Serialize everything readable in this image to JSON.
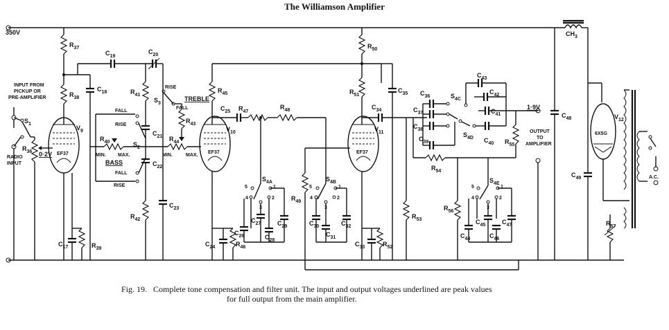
{
  "title": "The Williamson Amplifier",
  "caption": {
    "fig": "Fig. 19.",
    "line1": "Complete tone compensation and filter unit.   The input and output voltages underlined are peak values",
    "line2": "for full output from the main amplifier."
  },
  "labels": {
    "supply": "350V",
    "input_pickup": [
      "INPUT FROM",
      "PICKUP OR",
      "PRE-AMPLIFIER"
    ],
    "radio_input": [
      "RADIO",
      "INPUT"
    ],
    "input_voltage": "0·2V",
    "output_voltage": "1·9V",
    "output_to_amp": [
      "OUTPUT",
      "TO",
      "AMPLIFIER"
    ],
    "treble": "TREBLE",
    "bass": "BASS",
    "min": "MIN.",
    "max": "MAX.",
    "fall": "FALL",
    "rise": "RISE",
    "ac": "A.C.",
    "ch": "CH",
    "ch_sub": "3"
  },
  "tubes": {
    "v9": {
      "ref": "V",
      "sub": "9",
      "type": "EF37"
    },
    "v10": {
      "ref": "V",
      "sub": "10",
      "type": "EF37"
    },
    "v11": {
      "ref": "V",
      "sub": "11",
      "type": "EF37"
    },
    "v12": {
      "ref": "V",
      "sub": "12",
      "type": "6X5G"
    }
  },
  "components": [
    {
      "ref": "R",
      "sub": "37"
    },
    {
      "ref": "R",
      "sub": "38"
    },
    {
      "ref": "R",
      "sub": "39"
    },
    {
      "ref": "R",
      "sub": "36"
    },
    {
      "ref": "C",
      "sub": "17"
    },
    {
      "ref": "C",
      "sub": "18"
    },
    {
      "ref": "C",
      "sub": "19"
    },
    {
      "ref": "C",
      "sub": "20"
    },
    {
      "ref": "R",
      "sub": "41"
    },
    {
      "ref": "R",
      "sub": "40"
    },
    {
      "ref": "C",
      "sub": "21"
    },
    {
      "ref": "C",
      "sub": "22"
    },
    {
      "ref": "R",
      "sub": "42"
    },
    {
      "ref": "C",
      "sub": "23"
    },
    {
      "ref": "R",
      "sub": "43"
    },
    {
      "ref": "R",
      "sub": "44"
    },
    {
      "ref": "R",
      "sub": "45"
    },
    {
      "ref": "C",
      "sub": "25"
    },
    {
      "ref": "R",
      "sub": "47"
    },
    {
      "ref": "R",
      "sub": "48"
    },
    {
      "ref": "C",
      "sub": "24"
    },
    {
      "ref": "R",
      "sub": "46"
    },
    {
      "ref": "C",
      "sub": "26"
    },
    {
      "ref": "C",
      "sub": "27"
    },
    {
      "ref": "C",
      "sub": "28"
    },
    {
      "ref": "C",
      "sub": "29"
    },
    {
      "ref": "R",
      "sub": "49"
    },
    {
      "ref": "C",
      "sub": "30"
    },
    {
      "ref": "C",
      "sub": "31"
    },
    {
      "ref": "C",
      "sub": "32"
    },
    {
      "ref": "R",
      "sub": "50"
    },
    {
      "ref": "R",
      "sub": "51"
    },
    {
      "ref": "C",
      "sub": "35"
    },
    {
      "ref": "C",
      "sub": "34"
    },
    {
      "ref": "C",
      "sub": "33"
    },
    {
      "ref": "R",
      "sub": "52"
    },
    {
      "ref": "R",
      "sub": "53"
    },
    {
      "ref": "C",
      "sub": "36"
    },
    {
      "ref": "C",
      "sub": "37"
    },
    {
      "ref": "C",
      "sub": "38"
    },
    {
      "ref": "C",
      "sub": "39"
    },
    {
      "ref": "C",
      "sub": "43"
    },
    {
      "ref": "C",
      "sub": "42"
    },
    {
      "ref": "C",
      "sub": "41"
    },
    {
      "ref": "C",
      "sub": "40"
    },
    {
      "ref": "R",
      "sub": "54"
    },
    {
      "ref": "R",
      "sub": "55"
    },
    {
      "ref": "R",
      "sub": "56"
    },
    {
      "ref": "C",
      "sub": "44"
    },
    {
      "ref": "C",
      "sub": "45"
    },
    {
      "ref": "C",
      "sub": "46"
    },
    {
      "ref": "C",
      "sub": "47"
    },
    {
      "ref": "C",
      "sub": "48"
    },
    {
      "ref": "C",
      "sub": "49"
    },
    {
      "ref": "R",
      "sub": "57"
    }
  ],
  "switches": {
    "s1": {
      "ref": "S",
      "sub": "1"
    },
    "s2": {
      "ref": "S",
      "sub": "2"
    },
    "s3": {
      "ref": "S",
      "sub": "3"
    },
    "s4a": {
      "ref": "S",
      "sub": "4A"
    },
    "s4b": {
      "ref": "S",
      "sub": "4B"
    },
    "s4c": {
      "ref": "S",
      "sub": "4C"
    },
    "s4d": {
      "ref": "S",
      "sub": "4D"
    },
    "s4e": {
      "ref": "S",
      "sub": "4E"
    },
    "positions": [
      "1",
      "2",
      "3",
      "4",
      "5"
    ]
  }
}
